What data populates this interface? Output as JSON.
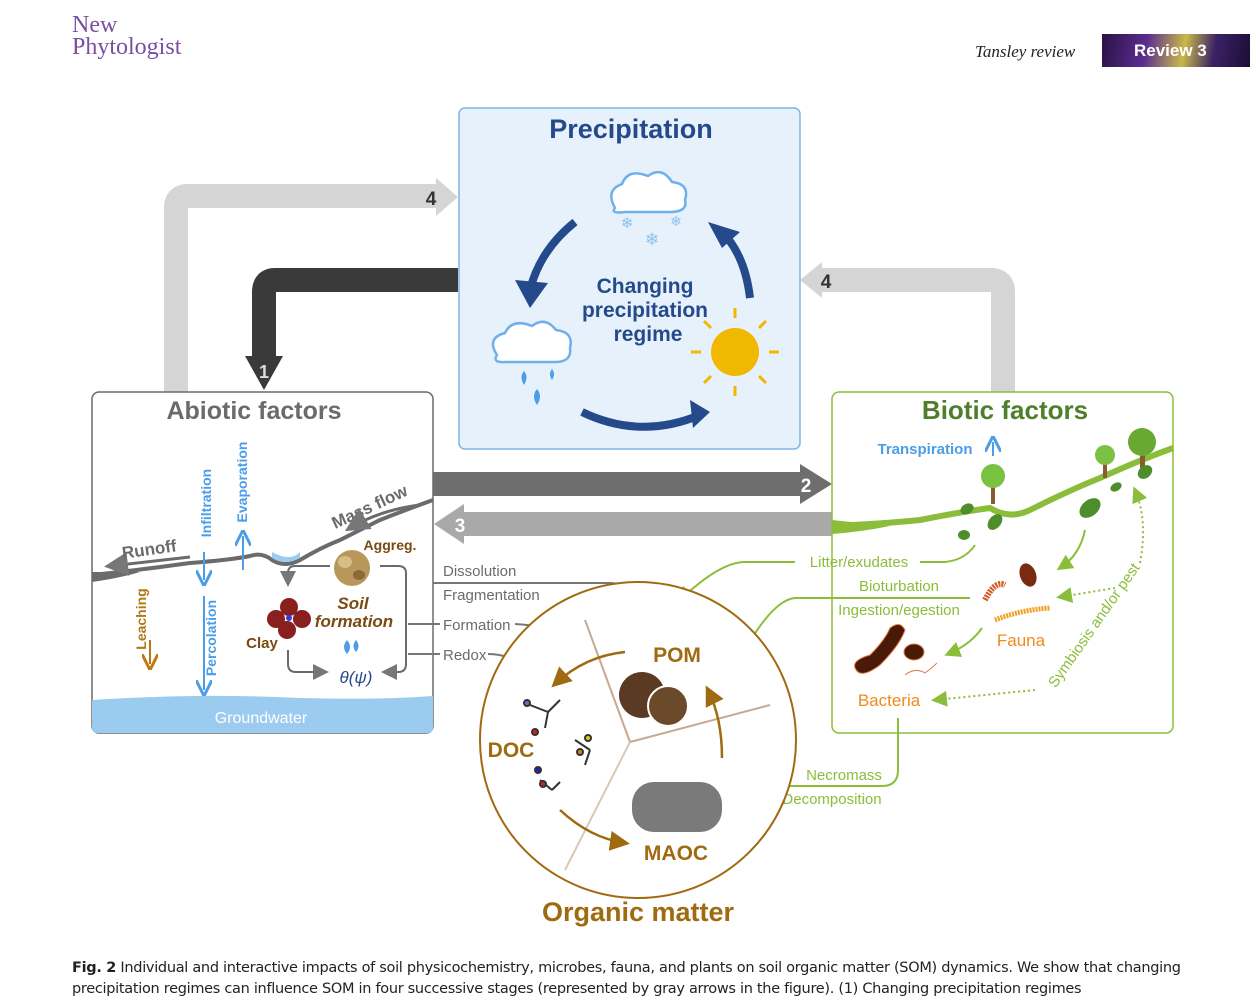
{
  "header": {
    "journal_line1": "New",
    "journal_line2": "Phytologist",
    "section": "Tansley review",
    "badge": "Review 3"
  },
  "colors": {
    "journal_purple": "#7a4fa3",
    "precip_blue": "#244a8c",
    "precip_bg": "#e6f1fb",
    "precip_border": "#7fb4e8",
    "abiotic_gray": "#6b6b6b",
    "biotic_green": "#4f7f2a",
    "green_line": "#8cbd3a",
    "brown": "#a06a10",
    "water_blue": "#4c9de8",
    "arrow_dark": "#3a3a3a",
    "arrow_mid": "#6e6e6e",
    "arrow_light": "#a9a9a9",
    "arrow_lightest": "#d5d5d5",
    "orange": "#f08a1a",
    "sun": "#f0b800"
  },
  "precipitation": {
    "title": "Precipitation",
    "center_line1": "Changing",
    "center_line2": "precipitation",
    "center_line3": "regime",
    "icons": [
      "snow-cloud-icon",
      "rain-cloud-icon",
      "sun-icon"
    ]
  },
  "stage_arrows": [
    {
      "label": "1",
      "from": "Precipitation",
      "to": "Abiotic factors"
    },
    {
      "label": "2",
      "from": "Abiotic factors",
      "to": "Biotic factors"
    },
    {
      "label": "3",
      "from": "Biotic factors",
      "to": "Abiotic factors"
    },
    {
      "label": "4",
      "from": "Abiotic factors",
      "to": "Precipitation"
    },
    {
      "label": "4",
      "from": "Biotic factors",
      "to": "Precipitation"
    }
  ],
  "abiotic": {
    "title": "Abiotic factors",
    "runoff": "Runoff",
    "infiltration": "Infiltration",
    "evaporation": "Evaporation",
    "mass_flow": "Mass flow",
    "leaching": "Leaching",
    "percolation": "Percolation",
    "aggreg": "Aggreg.",
    "soil_formation_1": "Soil",
    "soil_formation_2": "formation",
    "clay": "Clay",
    "theta": "θ(ψ)",
    "groundwater": "Groundwater"
  },
  "biotic": {
    "title": "Biotic factors",
    "transpiration": "Transpiration",
    "litter": "Litter/exudates",
    "bioturbation": "Bioturbation",
    "ingestion": "Ingestion/egestion",
    "fauna": "Fauna",
    "bacteria": "Bacteria",
    "symbiosis": "Symbiosis and/or pest",
    "necromass": "Necromass",
    "decomposition": "Decomposition"
  },
  "processes": {
    "dissolution": "Dissolution",
    "fragmentation": "Fragmentation",
    "formation": "Formation",
    "redox": "Redox"
  },
  "organic_matter": {
    "title": "Organic matter",
    "pom": "POM",
    "doc": "DOC",
    "maoc": "MAOC"
  },
  "caption": {
    "label": "Fig. 2",
    "text": "Individual and interactive impacts of soil physicochemistry, microbes, fauna, and plants on soil organic matter (SOM) dynamics. We show that changing precipitation regimes can influence SOM in four successive stages (represented by gray arrows in the figure). (1) Changing precipitation regimes"
  }
}
